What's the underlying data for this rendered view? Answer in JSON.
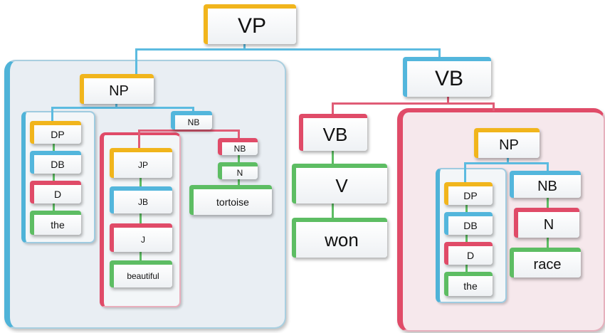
{
  "nodes": {
    "vp": "VP",
    "np_left": "NP",
    "nb_left": "NB",
    "dp_left": "DP",
    "db_left": "DB",
    "d_left": "D",
    "the_left": "the",
    "jp": "JP",
    "jb": "JB",
    "j": "J",
    "beautiful": "beautiful",
    "nb_inner": "NB",
    "n_inner": "N",
    "tortoise": "tortoise",
    "vb_top": "VB",
    "vb_mid": "VB",
    "v": "V",
    "won": "won",
    "np_right": "NP",
    "dp_right": "DP",
    "db_right": "DB",
    "d_right": "D",
    "the_right": "the",
    "nb_right": "NB",
    "n_right": "N",
    "race": "race"
  },
  "colors": {
    "orange": "#f1b51c",
    "blue": "#53b6dc",
    "red": "#e04b68",
    "green": "#5dbd63"
  }
}
